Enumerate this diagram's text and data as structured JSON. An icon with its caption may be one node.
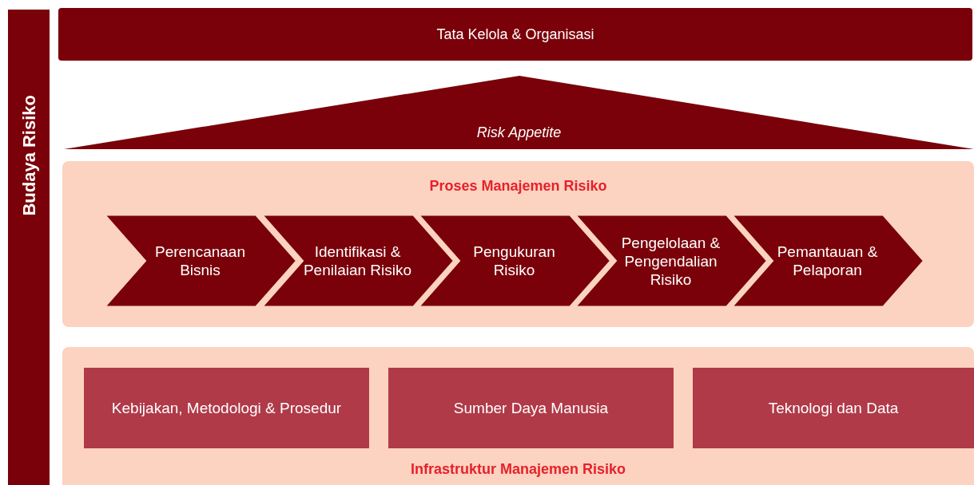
{
  "diagram": {
    "nodes": [
      {
        "text": [
          "Budaya Risiko"
        ]
      },
      {
        "text": [
          "Tata Kelola & Organisasi"
        ]
      },
      {
        "text": [
          "Risk Appetite"
        ]
      },
      {
        "text": [
          "Proses Manajemen Risiko"
        ]
      },
      {
        "text": [
          "Perencanaan Bisnis"
        ],
        "in": 3
      },
      {
        "text": [
          "Identifikasi & Penilaian Risiko"
        ],
        "in": 3
      },
      {
        "text": [
          "Pengukuran Risiko"
        ],
        "in": 3
      },
      {
        "text": [
          "Pengelolaan & Pengendalian Risiko"
        ],
        "in": 3
      },
      {
        "text": [
          "Pemantauan & Pelaporan"
        ],
        "in": 3
      },
      {
        "text": [
          "Infrastruktur Manajemen Risiko"
        ]
      },
      {
        "text": [
          "Kebijakan, Metodologi & Prosedur"
        ],
        "in": 9
      },
      {
        "text": [
          "Sumber Daya Manusia"
        ],
        "in": 9
      },
      {
        "text": [
          "Teknologi dan Data"
        ],
        "in": 9
      }
    ]
  }
}
